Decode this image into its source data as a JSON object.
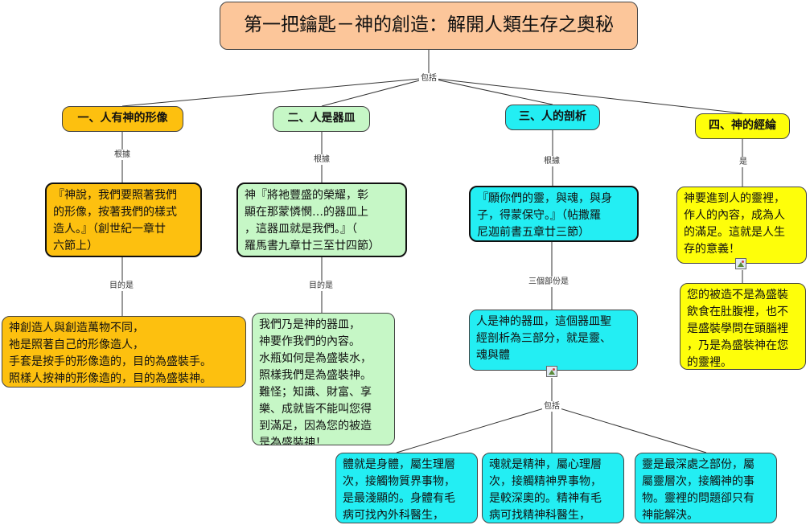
{
  "colors": {
    "main": "#fcc69a",
    "orange": "#fdc00f",
    "green": "#c6f7c6",
    "cyan": "#23eef3",
    "yellow": "#fefe0a",
    "line": "#333333"
  },
  "title": "第一把鑰匙－神的創造：解開人類生存之奧秘",
  "link_labels": {
    "include": "包括",
    "basis1": "根據",
    "basis2": "根據",
    "basis3": "根據",
    "is": "是",
    "purpose1": "目的是",
    "purpose2": "目的是",
    "three_parts": "三個部份是",
    "include2": "包括"
  },
  "branches": [
    {
      "title": "一、人有神的形像",
      "verse": "『神說，我們要照著我們\n的形像，按著我們的樣式\n造人。』（創世紀一章廿\n六節上）",
      "detail": "神創造人與創造萬物不同，\n祂是照著自己的形像造人，\n手套是按手的形像造的，目的為盛裝手。\n照樣人按神的形像造的，目的為盛裝神。"
    },
    {
      "title": "二、人是器皿",
      "verse": "神『將祂豐盛的榮耀，彰\n顯在那蒙憐憫…的器皿上\n，這器皿就是我們。』（\n羅馬書九章廿三至廿四節）",
      "detail": "我們乃是神的器皿，\n神要作我們的內容。\n水瓶如何是為盛裝水，\n照樣我們是為盛裝神。\n難怪；知識、財富、享\n樂、成就皆不能叫您得\n到滿足，因為您的被造\n是為盛裝神！"
    },
    {
      "title": "三、人的剖析",
      "verse": "『願你們的靈，與魂，與身\n子，得蒙保守。』（帖撒羅\n尼迦前書五章廿三節）",
      "detail": "人是神的器皿，這個器皿聖\n經剖析為三部分，就是靈、\n魂與體",
      "parts": [
        "體就是身體，屬生理層\n次，接觸物質界事物，\n是最淺顯的。身體有毛\n病可找內外科醫生，",
        "魂就是精神，屬心理層\n次，接觸精神界事物，\n是較深奧的。精神有毛\n病可找精神科醫生，",
        "靈是最深處之部份，屬\n屬靈層次，接觸神的事\n物。靈裡的問題卻只有\n神能解決。"
      ]
    },
    {
      "title": "四、神的經綸",
      "verse": "神要進到人的靈裡，\n作人的內容，成為人\n的滿足。這就是人生\n存的意義！",
      "detail": "您的被造不是為盛裝\n飲食在肚腹裡，也不\n是盛裝學問在頭腦裡\n，乃是為盛裝神在您\n的靈裡。"
    }
  ]
}
